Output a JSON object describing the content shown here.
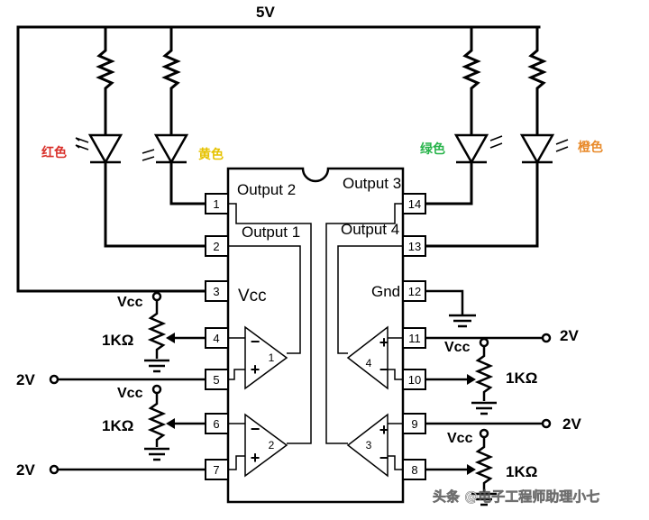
{
  "supply_label": "5V",
  "led_labels": {
    "red": "红色",
    "yellow": "黄色",
    "green": "绿色",
    "orange": "橙色"
  },
  "ic": {
    "output_labels": {
      "out1": "Output 1",
      "out2": "Output 2",
      "out3": "Output 3",
      "out4": "Output 4"
    },
    "vcc_pin_label": "Vcc",
    "gnd_label": "Gnd",
    "pins": [
      "1",
      "2",
      "3",
      "4",
      "5",
      "6",
      "7",
      "8",
      "9",
      "10",
      "11",
      "12",
      "13",
      "14"
    ],
    "opamp_numbers": [
      "1",
      "2",
      "3",
      "4"
    ],
    "plus_sign": "+",
    "minus_sign": "−"
  },
  "external": {
    "vcc_label": "Vcc",
    "resistor_label": "1KΩ",
    "ref_voltage": "2V"
  },
  "colors": {
    "red": "#d9302a",
    "yellow": "#e6c200",
    "green": "#27b34a",
    "orange": "#e88a2a",
    "ink": "#000000"
  },
  "watermark": "头条 @电子工程师助理小七"
}
